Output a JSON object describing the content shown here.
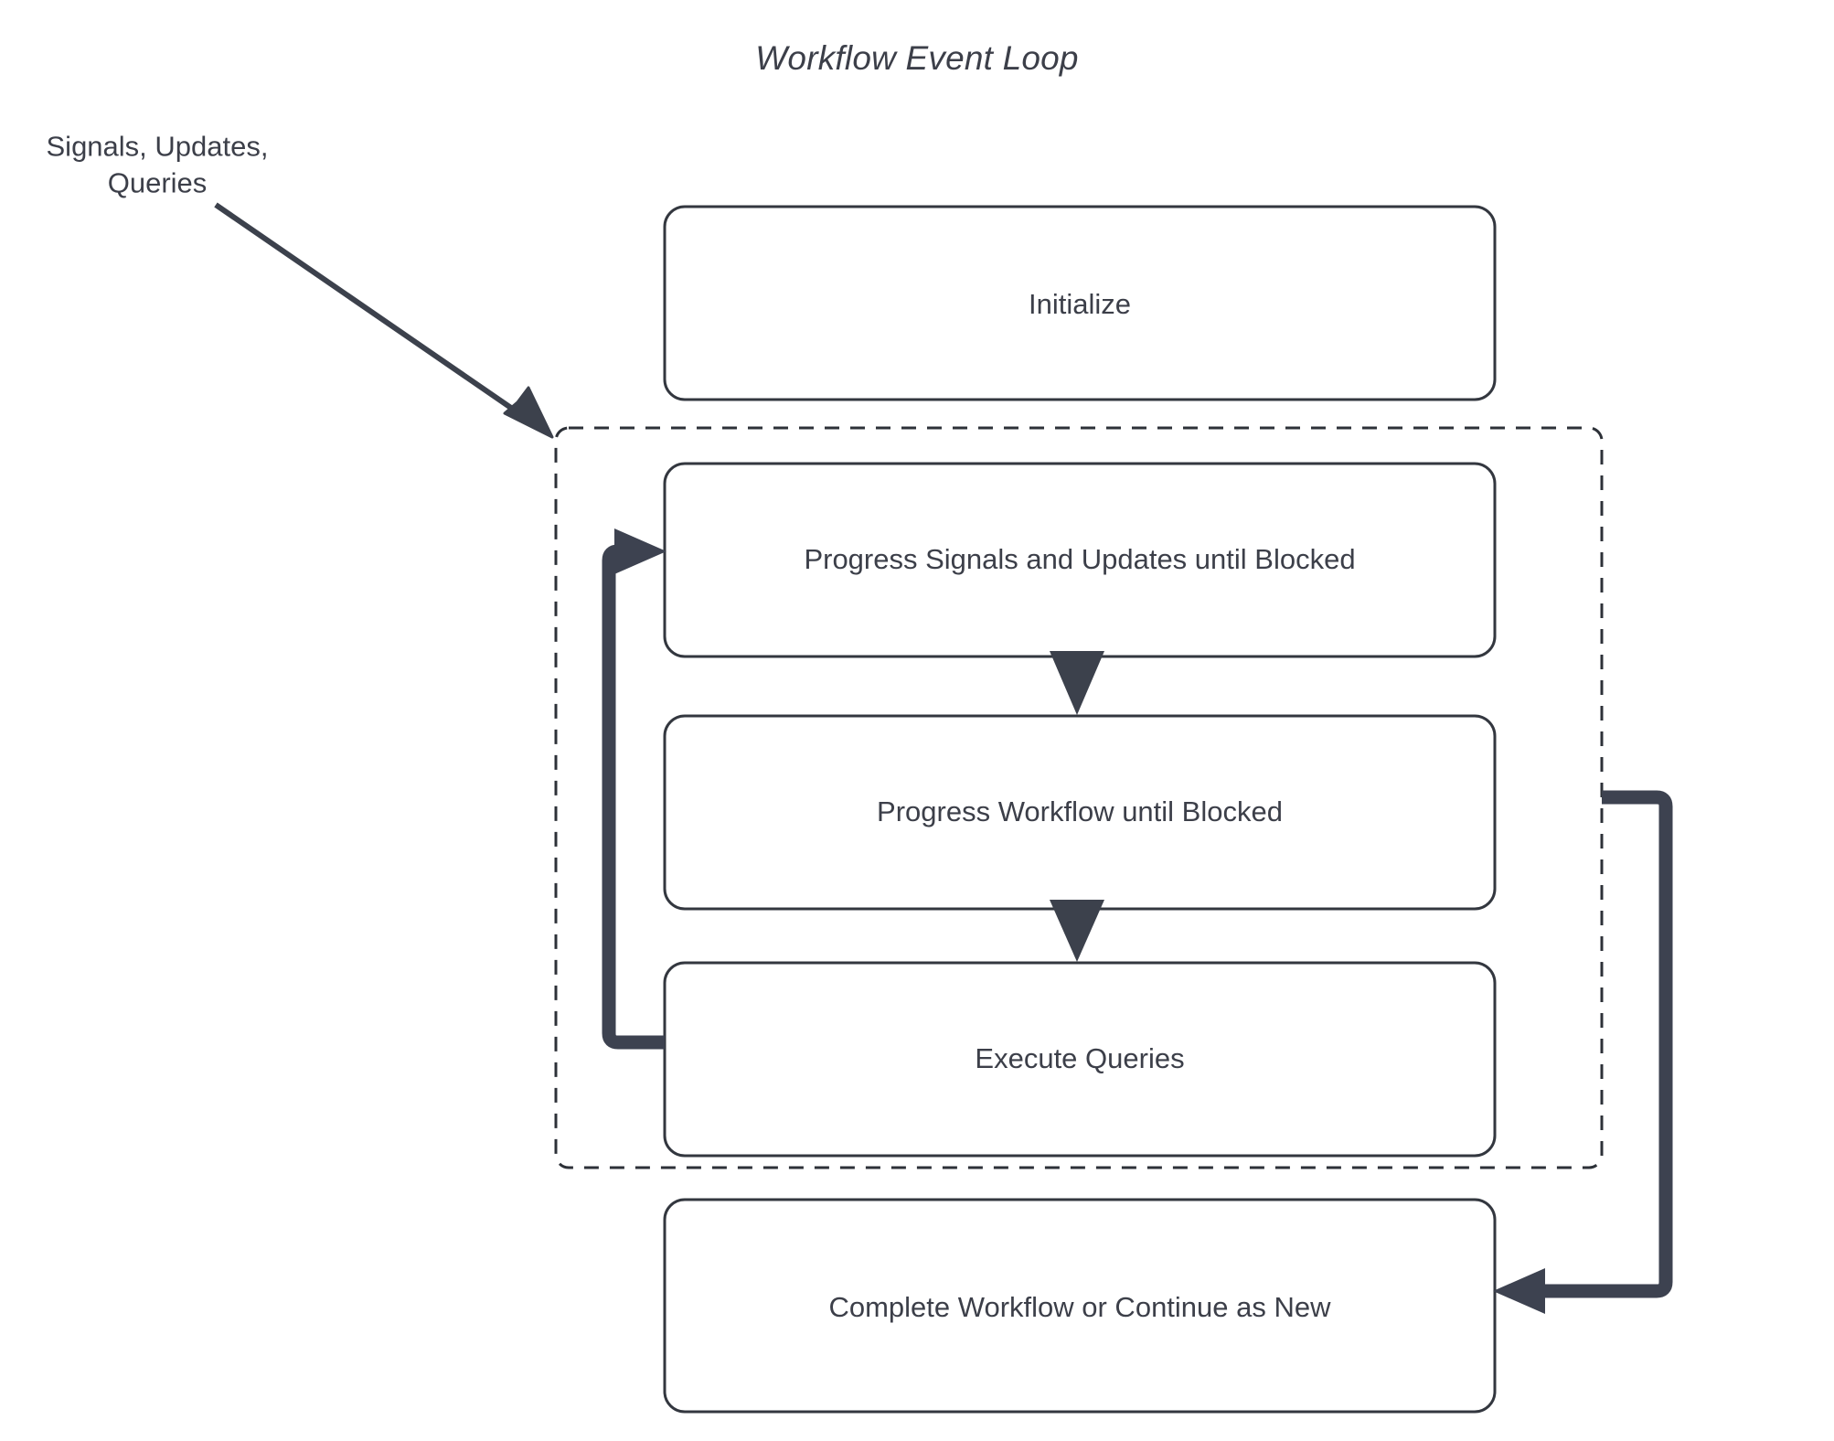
{
  "diagram": {
    "title": "Workflow Event Loop",
    "type": "flowchart",
    "colors": {
      "background": "#ffffff",
      "node_border": "#33373f",
      "node_fill": "#ffffff",
      "text": "#3c3f49",
      "thin_arrow": "#3c414c",
      "thick_arrow": "#3d4250",
      "dashed_border": "#2d3138"
    },
    "nodes": [
      {
        "id": "initialize",
        "label": "Initialize"
      },
      {
        "id": "progress-signals",
        "label": "Progress Signals and Updates until Blocked"
      },
      {
        "id": "progress-workflow",
        "label": "Progress Workflow until Blocked"
      },
      {
        "id": "execute-queries",
        "label": "Execute Queries"
      },
      {
        "id": "complete-workflow",
        "label": "Complete Workflow or Continue as New"
      }
    ],
    "group": {
      "id": "event-loop-group",
      "style": "dashed",
      "label": ""
    },
    "edges": [
      {
        "id": "external-input",
        "from": "external",
        "to": "event-loop-group",
        "label": "Signals, Updates,\nQueries",
        "style": "thin-arrow"
      },
      {
        "id": "signals-to-workflow",
        "from": "progress-signals",
        "to": "progress-workflow",
        "label": "",
        "style": "thin-arrow"
      },
      {
        "id": "workflow-to-queries",
        "from": "progress-workflow",
        "to": "execute-queries",
        "label": "",
        "style": "thin-arrow"
      },
      {
        "id": "queries-loop-back",
        "from": "execute-queries",
        "to": "progress-signals",
        "label": "",
        "style": "thick-arrow"
      },
      {
        "id": "group-to-complete",
        "from": "event-loop-group",
        "to": "complete-workflow",
        "label": "",
        "style": "thick-arrow"
      }
    ]
  }
}
